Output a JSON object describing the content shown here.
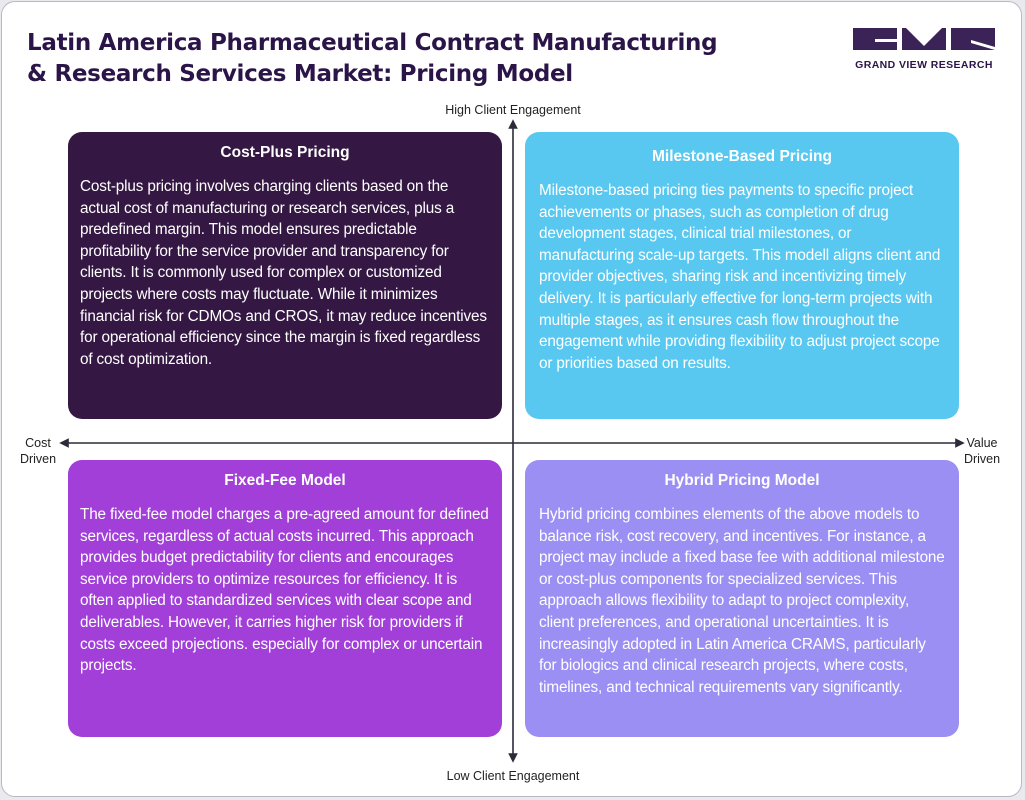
{
  "header": {
    "title_line1": "Latin America Pharmaceutical Contract Manufacturing",
    "title_line2": "& Research Services Market: Pricing Model",
    "logo_text": "GRAND VIEW RESEARCH"
  },
  "axes": {
    "top": "High Client Engagement",
    "bottom": "Low Client Engagement",
    "left_line1": "Cost",
    "left_line2": "Driven",
    "right_line1": "Value",
    "right_line2": "Driven"
  },
  "quadrants": {
    "top_left": {
      "title": "Cost-Plus Pricing",
      "text": "Cost-plus pricing involves charging clients based on the actual cost of manufacturing or research services, plus a predefined margin. This model ensures predictable profitability for the service provider and transparency for clients. It is commonly used for complex or customized projects where costs may fluctuate. While it minimizes financial risk for CDMOs and CROS, it may reduce incentives for operational efficiency since the margin is fixed regardless of cost optimization."
    },
    "top_right": {
      "title": "Milestone-Based Pricing",
      "text": "Milestone-based pricing ties payments to specific project achievements or phases, such as completion of drug development stages, clinical trial milestones, or manufacturing scale-up targets. This modell aligns client and provider objectives, sharing risk and incentivizing timely delivery. It is particularly effective for long-term projects with multiple stages, as it ensures cash flow throughout the engagement while providing flexibility to adjust project scope or priorities based on results."
    },
    "bottom_left": {
      "title": "Fixed-Fee Model",
      "text": "The fixed-fee model charges a pre-agreed amount for defined services, regardless of actual costs incurred. This approach provides budget predictability for clients and encourages service providers to optimize resources for efficiency. It is often applied to standardized services with clear scope and deliverables. However, it carries higher risk for providers if costs exceed projections. especially for complex or uncertain projects."
    },
    "bottom_right": {
      "title": "Hybrid Pricing Model",
      "text": "Hybrid pricing combines elements of the above models to balance risk, cost recovery, and incentives. For instance, a project may include a fixed base fee with additional milestone or cost-plus components for specialized services. This approach allows flexibility to adapt to project complexity, client preferences, and operational uncertainties. It is increasingly adopted in Latin America CRAMS, particularly for biologics and clinical research projects, where costs, timelines, and technical requirements vary significantly."
    }
  },
  "colors": {
    "title": "#2b1548",
    "top_left": "#341843",
    "top_right": "#58c8f0",
    "bottom_left": "#a13fd8",
    "bottom_right": "#9b8ff4",
    "axis": "#2b2b3a"
  }
}
